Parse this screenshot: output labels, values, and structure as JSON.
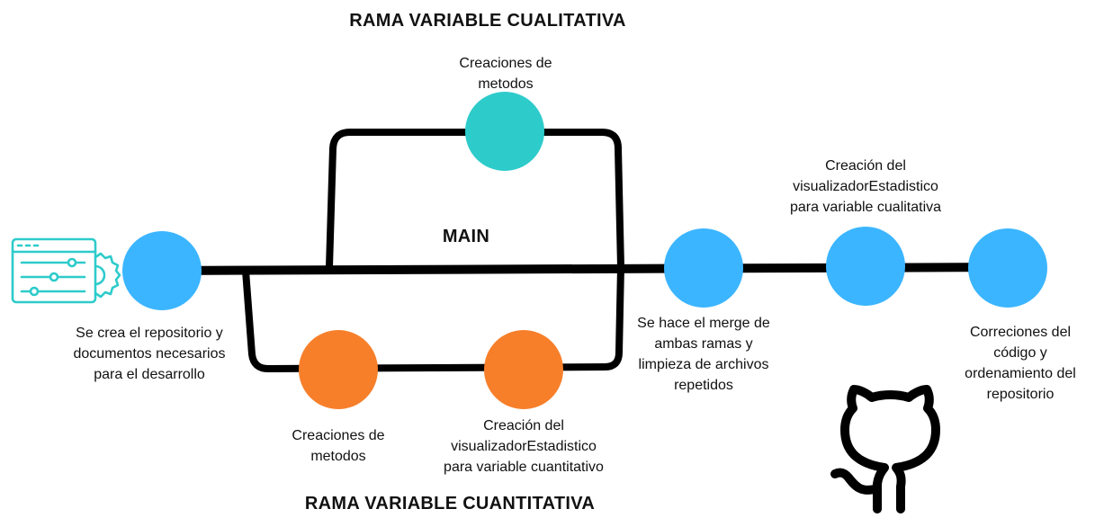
{
  "titles": {
    "top_branch": "RAMA VARIABLE CUALITATIVA",
    "main": "MAIN",
    "bottom_branch": "RAMA VARIABLE CUANTITATIVA"
  },
  "colors": {
    "line": "#000000",
    "main_node": "#3bb5ff",
    "qualitative_node": "#2ecbcb",
    "quantitative_node": "#f77f2a",
    "icon": "#2ecbcb"
  },
  "icons": {
    "start": "settings-panel-icon",
    "end": "github-icon"
  },
  "labels": {
    "start": [
      "Se crea el repositorio y",
      "documentos necesarios",
      "para el desarrollo"
    ],
    "qualitative_methods": [
      "Creaciones de",
      "metodos"
    ],
    "quantitative_methods": [
      "Creaciones de",
      "metodos"
    ],
    "quantitative_visualizer": [
      "Creación del",
      "visualizadorEstadistico",
      "para variable cuantitativo"
    ],
    "merge": [
      "Se hace el merge de",
      "ambas ramas y",
      "limpieza de archivos",
      "repetidos"
    ],
    "qualitative_visualizer": [
      "Creación del",
      "visualizadorEstadistico",
      "para variable cualitativa"
    ],
    "fixes": [
      "Correciones del",
      "código y",
      "ordenamiento del",
      "repositorio"
    ]
  }
}
